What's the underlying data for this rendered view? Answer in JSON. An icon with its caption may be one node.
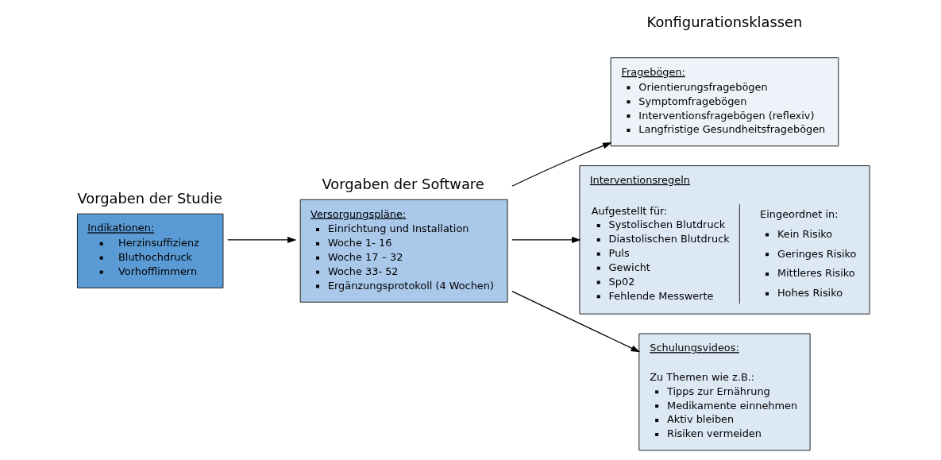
{
  "diagram": {
    "nodes": [
      {
        "text": [
          "Vorgaben der Studie",
          "Indikationen:",
          "Herzinsuffizienz",
          "Bluthochdruck",
          "Vorhofflimmern"
        ]
      },
      {
        "text": [
          "Vorgaben der Software",
          "Versorgungspläne:",
          "Einrichtung und Installation",
          "Woche 1- 16",
          "Woche 17 – 32",
          "Woche 33- 52",
          "Ergänzungsprotokoll (4 Wochen)"
        ]
      },
      {
        "text": [
          "Fragebögen:",
          "Orientierungsfragebögen",
          "Symptomfragebögen",
          "Interventionsfragebögen (reflexiv)",
          "Langfristige Gesundheitsfragebögen"
        ]
      },
      {
        "text": [
          "Interventionsregeln",
          "Aufgestellt für:",
          "Systolischen Blutdruck",
          "Diastolischen Blutdruck",
          "Puls",
          "Gewicht",
          "Sp02",
          "Fehlende Messwerte",
          "Eingeordnet in:",
          "Kein Risiko",
          "Geringes Risiko",
          "Mittleres Risiko",
          "Hohes Risiko"
        ]
      },
      {
        "text": [
          "Schulungsvideos:",
          "Zu Themen wie z.B.:",
          "Tipps zur Ernährung",
          "Medikamente einnehmen",
          "Aktiv bleiben",
          "Risiken vermeiden"
        ]
      }
    ],
    "edges": [
      {
        "from": 0,
        "to": 1,
        "arrow": "to"
      },
      {
        "from": 1,
        "to": 2,
        "arrow": "to"
      },
      {
        "from": 1,
        "to": 3,
        "arrow": "to"
      },
      {
        "from": 1,
        "to": 4,
        "arrow": "to"
      }
    ],
    "labels": [
      "Konfigurationsklassen"
    ]
  }
}
